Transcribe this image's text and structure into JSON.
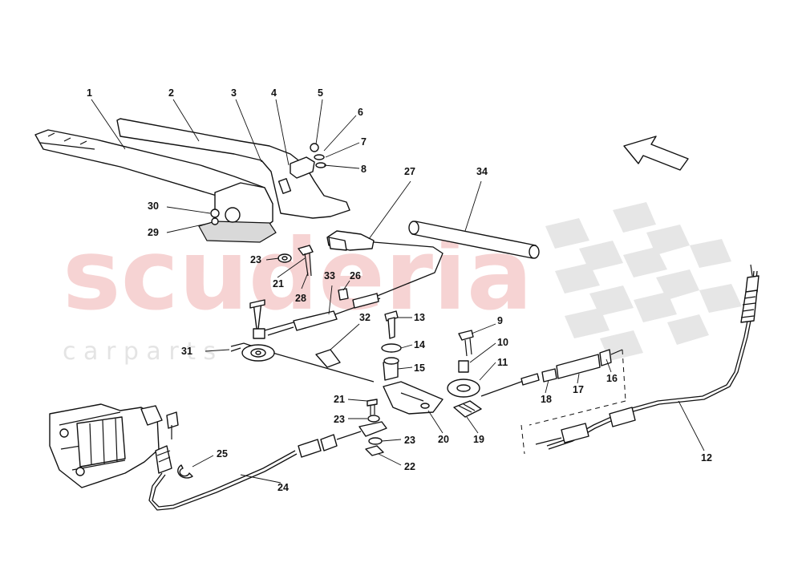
{
  "watermark": {
    "brand": "scuderia",
    "tagline": "c a r   p a r t s"
  },
  "callouts": [
    {
      "id": "c1",
      "label": "1"
    },
    {
      "id": "c2",
      "label": "2"
    },
    {
      "id": "c3",
      "label": "3"
    },
    {
      "id": "c4",
      "label": "4"
    },
    {
      "id": "c5",
      "label": "5"
    },
    {
      "id": "c6",
      "label": "6"
    },
    {
      "id": "c7",
      "label": "7"
    },
    {
      "id": "c8",
      "label": "8"
    },
    {
      "id": "c27",
      "label": "27"
    },
    {
      "id": "c34",
      "label": "34"
    },
    {
      "id": "c30",
      "label": "30"
    },
    {
      "id": "c29",
      "label": "29"
    },
    {
      "id": "c23a",
      "label": "23"
    },
    {
      "id": "c21a",
      "label": "21"
    },
    {
      "id": "c28",
      "label": "28"
    },
    {
      "id": "c33",
      "label": "33"
    },
    {
      "id": "c26",
      "label": "26"
    },
    {
      "id": "c13",
      "label": "13"
    },
    {
      "id": "c32",
      "label": "32"
    },
    {
      "id": "c14",
      "label": "14"
    },
    {
      "id": "c15",
      "label": "15"
    },
    {
      "id": "c9",
      "label": "9"
    },
    {
      "id": "c10",
      "label": "10"
    },
    {
      "id": "c11",
      "label": "11"
    },
    {
      "id": "c31",
      "label": "31"
    },
    {
      "id": "c16",
      "label": "16"
    },
    {
      "id": "c17",
      "label": "17"
    },
    {
      "id": "c18",
      "label": "18"
    },
    {
      "id": "c21b",
      "label": "21"
    },
    {
      "id": "c23b",
      "label": "23"
    },
    {
      "id": "c23c",
      "label": "23"
    },
    {
      "id": "c22",
      "label": "22"
    },
    {
      "id": "c20",
      "label": "20"
    },
    {
      "id": "c19",
      "label": "19"
    },
    {
      "id": "c25",
      "label": "25"
    },
    {
      "id": "c24",
      "label": "24"
    },
    {
      "id": "c12",
      "label": "12"
    }
  ]
}
